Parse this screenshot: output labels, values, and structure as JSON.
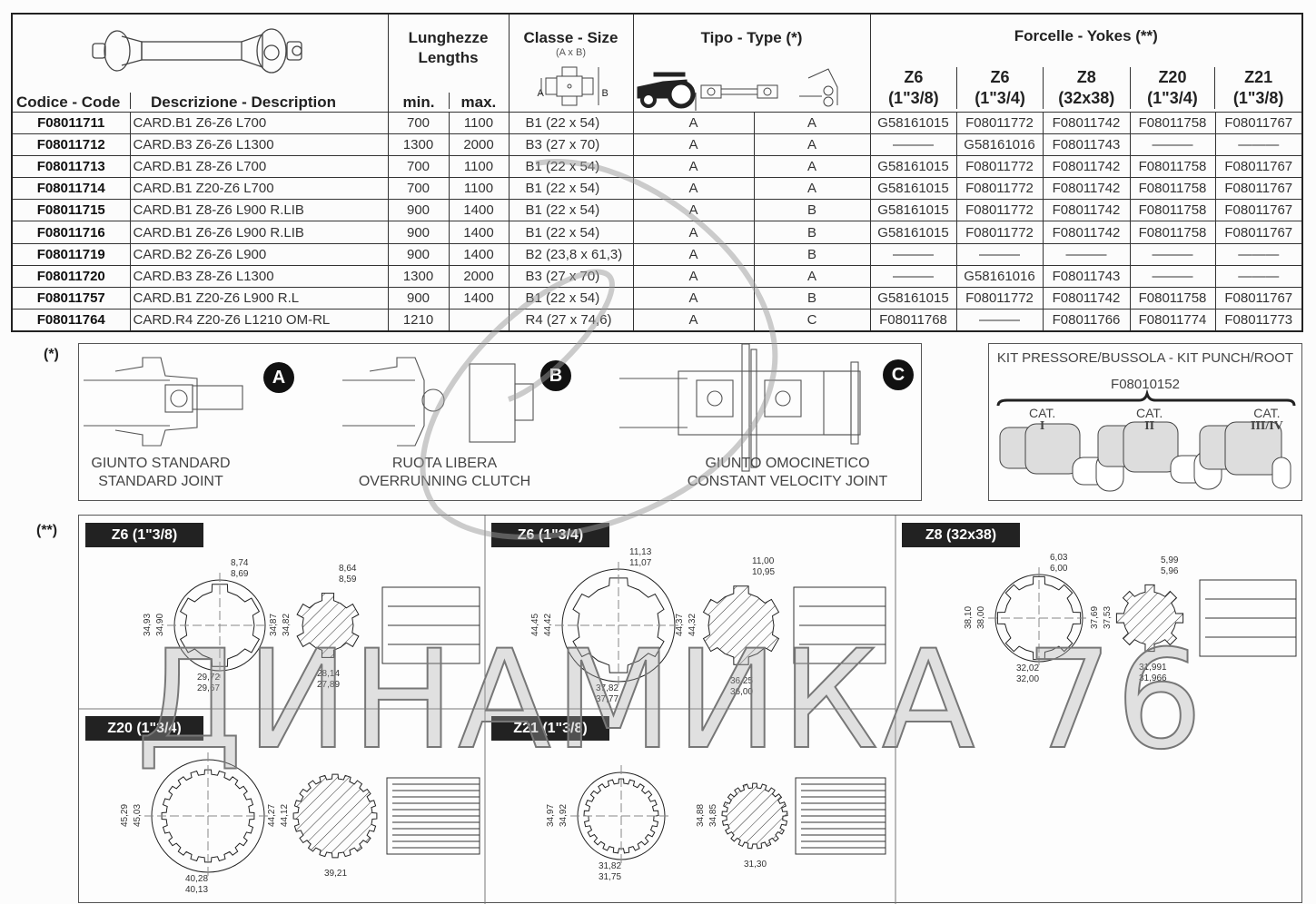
{
  "table": {
    "headers": {
      "code": "Codice - Code",
      "description": "Descrizione  - Description",
      "lengths": "Lunghezze",
      "lengths_en": "Lengths",
      "min": "min.",
      "max": "max.",
      "class": "Classe - Size",
      "class_sub": "(A x B)",
      "cross_a": "A",
      "cross_b": "B",
      "type": "Tipo - Type (*)",
      "yokes": "Forcelle - Yokes (**)",
      "yoke_cols": [
        {
          "z": "Z6",
          "size": "(1\"3/8)"
        },
        {
          "z": "Z6",
          "size": "(1\"3/4)"
        },
        {
          "z": "Z8",
          "size": "(32x38)"
        },
        {
          "z": "Z20",
          "size": "(1\"3/4)"
        },
        {
          "z": "Z21",
          "size": "(1\"3/8)"
        }
      ]
    },
    "rows": [
      {
        "code": "F08011711",
        "desc": "CARD.B1 Z6-Z6 L700",
        "min": "700",
        "max": "1100",
        "size": "B1 (22 x 54)",
        "t1": "A",
        "t2": "A",
        "yokes": [
          "G58161015",
          "F08011772",
          "F08011742",
          "F08011758",
          "F08011767"
        ]
      },
      {
        "code": "F08011712",
        "desc": "CARD.B3 Z6-Z6 L1300",
        "min": "1300",
        "max": "2000",
        "size": "B3 (27 x 70)",
        "t1": "A",
        "t2": "A",
        "yokes": [
          "———",
          "G58161016",
          "F08011743",
          "———",
          "———"
        ]
      },
      {
        "code": "F08011713",
        "desc": "CARD.B1 Z8-Z6 L700",
        "min": "700",
        "max": "1100",
        "size": "B1 (22 x 54)",
        "t1": "A",
        "t2": "A",
        "yokes": [
          "G58161015",
          "F08011772",
          "F08011742",
          "F08011758",
          "F08011767"
        ]
      },
      {
        "code": "F08011714",
        "desc": "CARD.B1 Z20-Z6 L700",
        "min": "700",
        "max": "1100",
        "size": "B1 (22 x 54)",
        "t1": "A",
        "t2": "A",
        "yokes": [
          "G58161015",
          "F08011772",
          "F08011742",
          "F08011758",
          "F08011767"
        ]
      },
      {
        "code": "F08011715",
        "desc": "CARD.B1 Z8-Z6 L900 R.LIB",
        "min": "900",
        "max": "1400",
        "size": "B1 (22 x 54)",
        "t1": "A",
        "t2": "B",
        "yokes": [
          "G58161015",
          "F08011772",
          "F08011742",
          "F08011758",
          "F08011767"
        ]
      },
      {
        "code": "F08011716",
        "desc": "CARD.B1 Z6-Z6 L900 R.LIB",
        "min": "900",
        "max": "1400",
        "size": "B1 (22 x 54)",
        "t1": "A",
        "t2": "B",
        "yokes": [
          "G58161015",
          "F08011772",
          "F08011742",
          "F08011758",
          "F08011767"
        ]
      },
      {
        "code": "F08011719",
        "desc": "CARD.B2 Z6-Z6 L900",
        "min": "900",
        "max": "1400",
        "size": "B2 (23,8 x 61,3)",
        "t1": "A",
        "t2": "B",
        "yokes": [
          "———",
          "———",
          "———",
          "———",
          "———"
        ]
      },
      {
        "code": "F08011720",
        "desc": "CARD.B3 Z8-Z6 L1300",
        "min": "1300",
        "max": "2000",
        "size": "B3 (27 x 70)",
        "t1": "A",
        "t2": "A",
        "yokes": [
          "———",
          "G58161016",
          "F08011743",
          "———",
          "———"
        ]
      },
      {
        "code": "F08011757",
        "desc": "CARD.B1 Z20-Z6 L900 R.L",
        "min": "900",
        "max": "1400",
        "size": "B1 (22 x 54)",
        "t1": "A",
        "t2": "B",
        "yokes": [
          "G58161015",
          "F08011772",
          "F08011742",
          "F08011758",
          "F08011767"
        ]
      },
      {
        "code": "F08011764",
        "desc": "CARD.R4 Z20-Z6 L1210 OM-RL",
        "min": "1210",
        "max": "",
        "size": "R4 (27 x 74,6)",
        "t1": "A",
        "t2": "C",
        "yokes": [
          "F08011768",
          "———",
          "F08011766",
          "F08011774",
          "F08011773"
        ]
      }
    ]
  },
  "types": {
    "marker": "(*)",
    "items": [
      {
        "letter": "A",
        "line1": "GIUNTO STANDARD",
        "line2": "STANDARD JOINT"
      },
      {
        "letter": "B",
        "line1": "RUOTA LIBERA",
        "line2": "OVERRUNNING CLUTCH"
      },
      {
        "letter": "C",
        "line1": "GIUNTO OMOCINETICO",
        "line2": "CONSTANT VELOCITY JOINT"
      }
    ]
  },
  "kit": {
    "title": "KIT PRESSORE/BUSSOLA - KIT PUNCH/ROOT",
    "code": "F08010152",
    "cats": [
      {
        "label": "CAT.",
        "num": "I"
      },
      {
        "label": "CAT.",
        "num": "II"
      },
      {
        "label": "CAT.",
        "num": "III/IV"
      }
    ]
  },
  "yokes_section": {
    "marker": "(**)",
    "panels": [
      {
        "label": "Z6 (1\"3/8)",
        "teeth": 6,
        "front_top": [
          "8,74",
          "8,69"
        ],
        "front_side": [
          "34,93",
          "34,90"
        ],
        "front_bottom": [
          "29,72",
          "29,67"
        ],
        "back_top": [
          "8,64",
          "8,59"
        ],
        "back_side": [
          "34,87",
          "34,82"
        ],
        "back_bottom": [
          "28,14",
          "27,89"
        ]
      },
      {
        "label": "Z6 (1\"3/4)",
        "teeth": 6,
        "front_top": [
          "11,13",
          "11,07"
        ],
        "front_side": [
          "44,45",
          "44,42"
        ],
        "front_bottom": [
          "37,82",
          "37,77"
        ],
        "back_top": [
          "11,00",
          "10,95"
        ],
        "back_side": [
          "44,37",
          "44,32"
        ],
        "back_bottom": [
          "36,25",
          "36,00"
        ]
      },
      {
        "label": "Z8 (32x38)",
        "teeth": 8,
        "front_top": [
          "6,03",
          "6,00"
        ],
        "front_side": [
          "38,10",
          "38,00"
        ],
        "front_bottom": [
          "32,02",
          "32,00"
        ],
        "back_top": [
          "5,99",
          "5,96"
        ],
        "back_side": [
          "37,69",
          "37,53"
        ],
        "back_bottom": [
          "31,991",
          "31,966"
        ]
      },
      {
        "label": "Z20 (1\"3/4)",
        "teeth": 20,
        "front_top": [],
        "front_side": [
          "45,29",
          "45,03"
        ],
        "front_bottom": [
          "40,28",
          "40,13"
        ],
        "back_top": [],
        "back_side": [
          "44,27",
          "44,12"
        ],
        "back_bottom": [
          "39,21"
        ]
      },
      {
        "label": "Z21 (1\"3/8)",
        "teeth": 21,
        "front_top": [],
        "front_side": [
          "34,97",
          "34,92"
        ],
        "front_bottom": [
          "31,82",
          "31,75"
        ],
        "back_top": [],
        "back_side": [
          "34,88",
          "34,85"
        ],
        "back_bottom": [
          "31,30"
        ]
      }
    ]
  },
  "watermark": "ДИНАМИКА 76"
}
